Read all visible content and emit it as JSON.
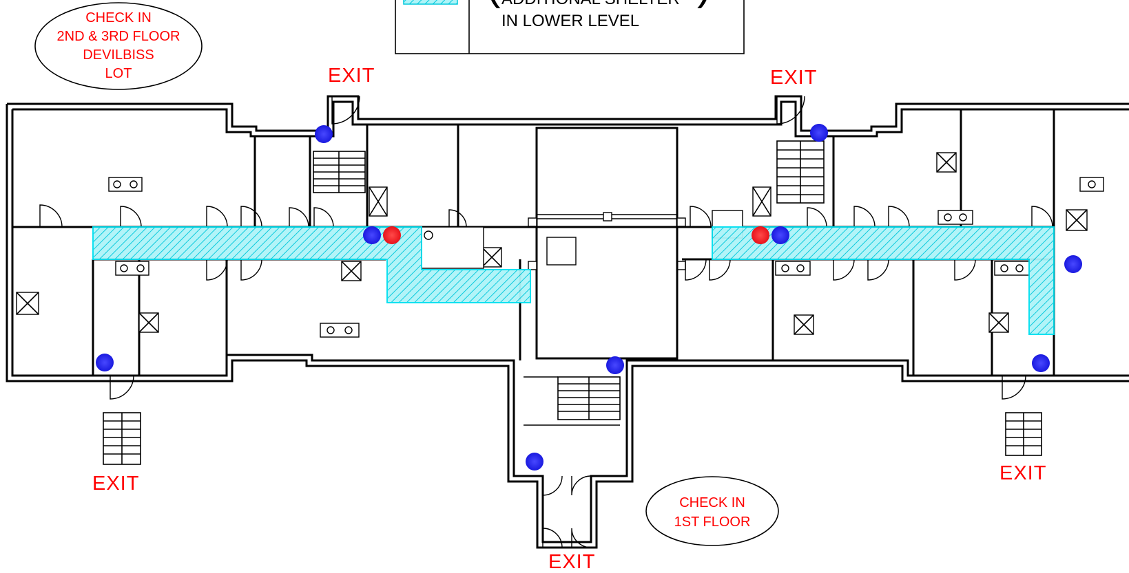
{
  "legend": {
    "line1": "ADDITIONAL SHELTER",
    "line2": "IN LOWER LEVEL",
    "swatch_color": "#00e0f0"
  },
  "checkin": {
    "upper_floors": [
      "CHECK IN",
      "2ND & 3RD FLOOR",
      "DEVILBISS",
      "LOT"
    ],
    "first_floor": [
      "CHECK IN",
      "1ST FLOOR"
    ]
  },
  "exits": {
    "north_west": "EXIT",
    "north_east": "EXIT",
    "south_west": "EXIT",
    "south_center": "EXIT",
    "south_east": "EXIT"
  },
  "colors": {
    "shelter_fill": "#aef4f8",
    "shelter_hatch": "#00c8dc",
    "marker_blue": "#1a1adf",
    "marker_red": "#e8121a",
    "label_red": "#ff0000"
  }
}
